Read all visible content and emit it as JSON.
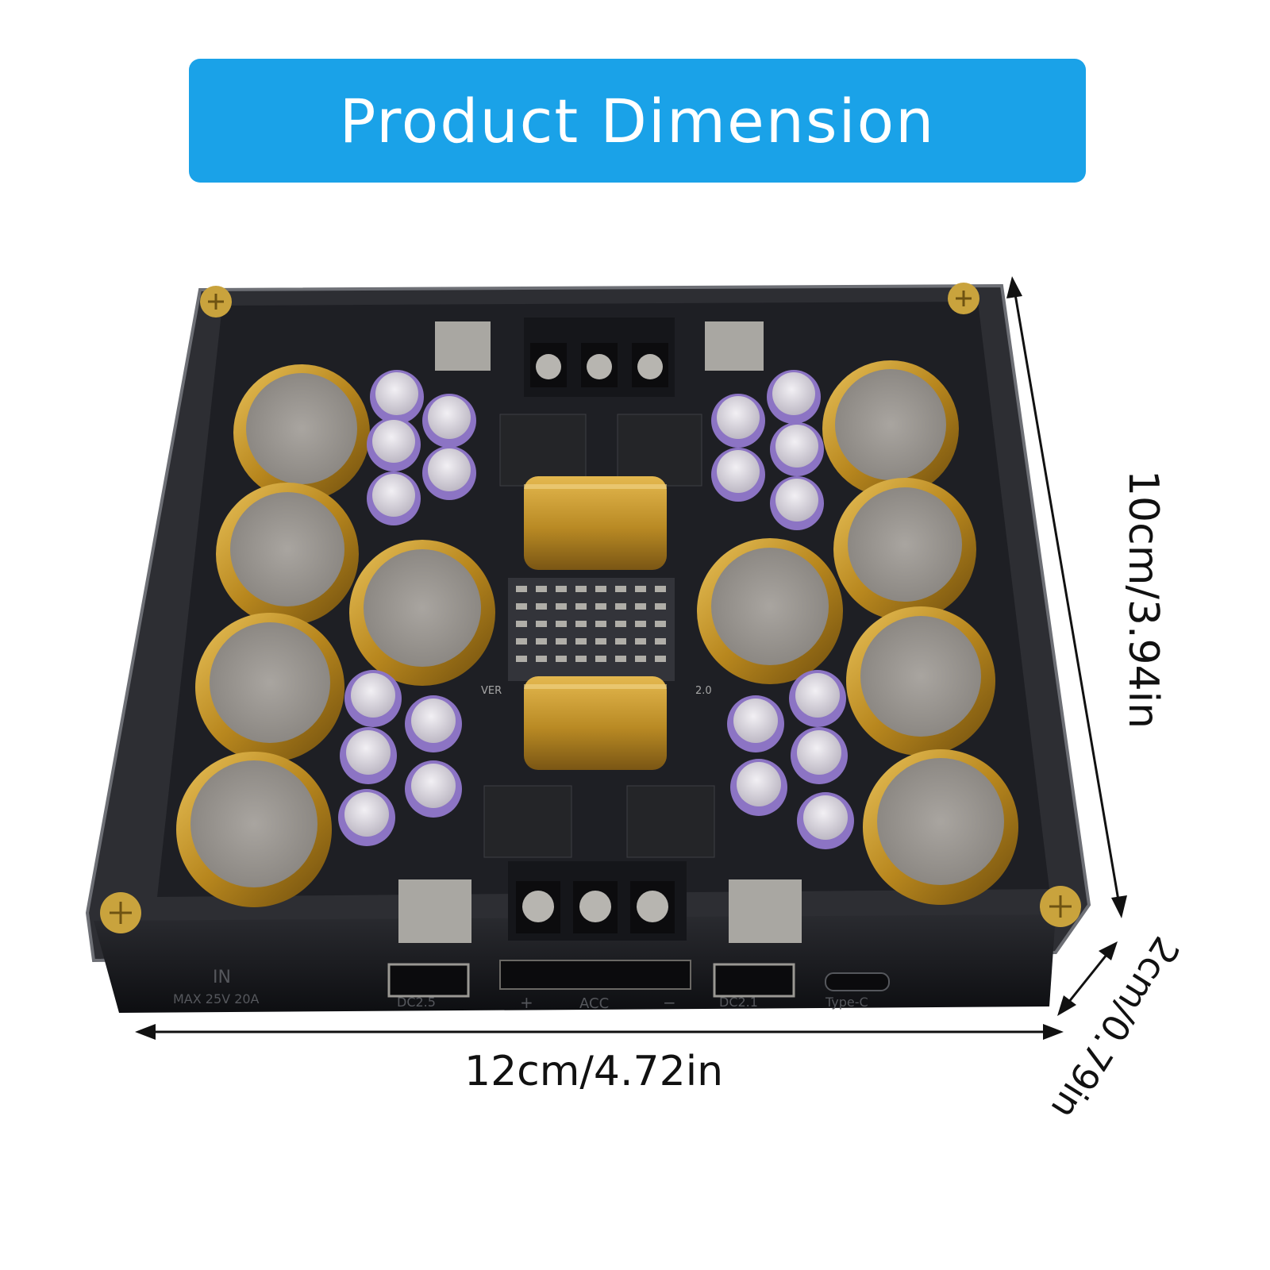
{
  "banner": {
    "title": "Product Dimension"
  },
  "dimensions": {
    "width_label": "12cm/4.72in",
    "height_label": "10cm/3.94in",
    "depth_label": "2cm/0.79in"
  },
  "device": {
    "front_labels": {
      "in": "IN",
      "max": "MAX 25V 20A",
      "dc1": "DC2.5",
      "plus": "+",
      "acc": "ACC",
      "minus": "−",
      "dc2": "DC2.1",
      "typec": "Type-C"
    },
    "board_labels": {
      "ver": "VER",
      "ver_num": "2.0"
    }
  },
  "colors": {
    "banner": "#1aa2e8",
    "case": "#1b1c20",
    "gold_cap": "#c79a2a",
    "purple_cap": "#8c74c4"
  }
}
